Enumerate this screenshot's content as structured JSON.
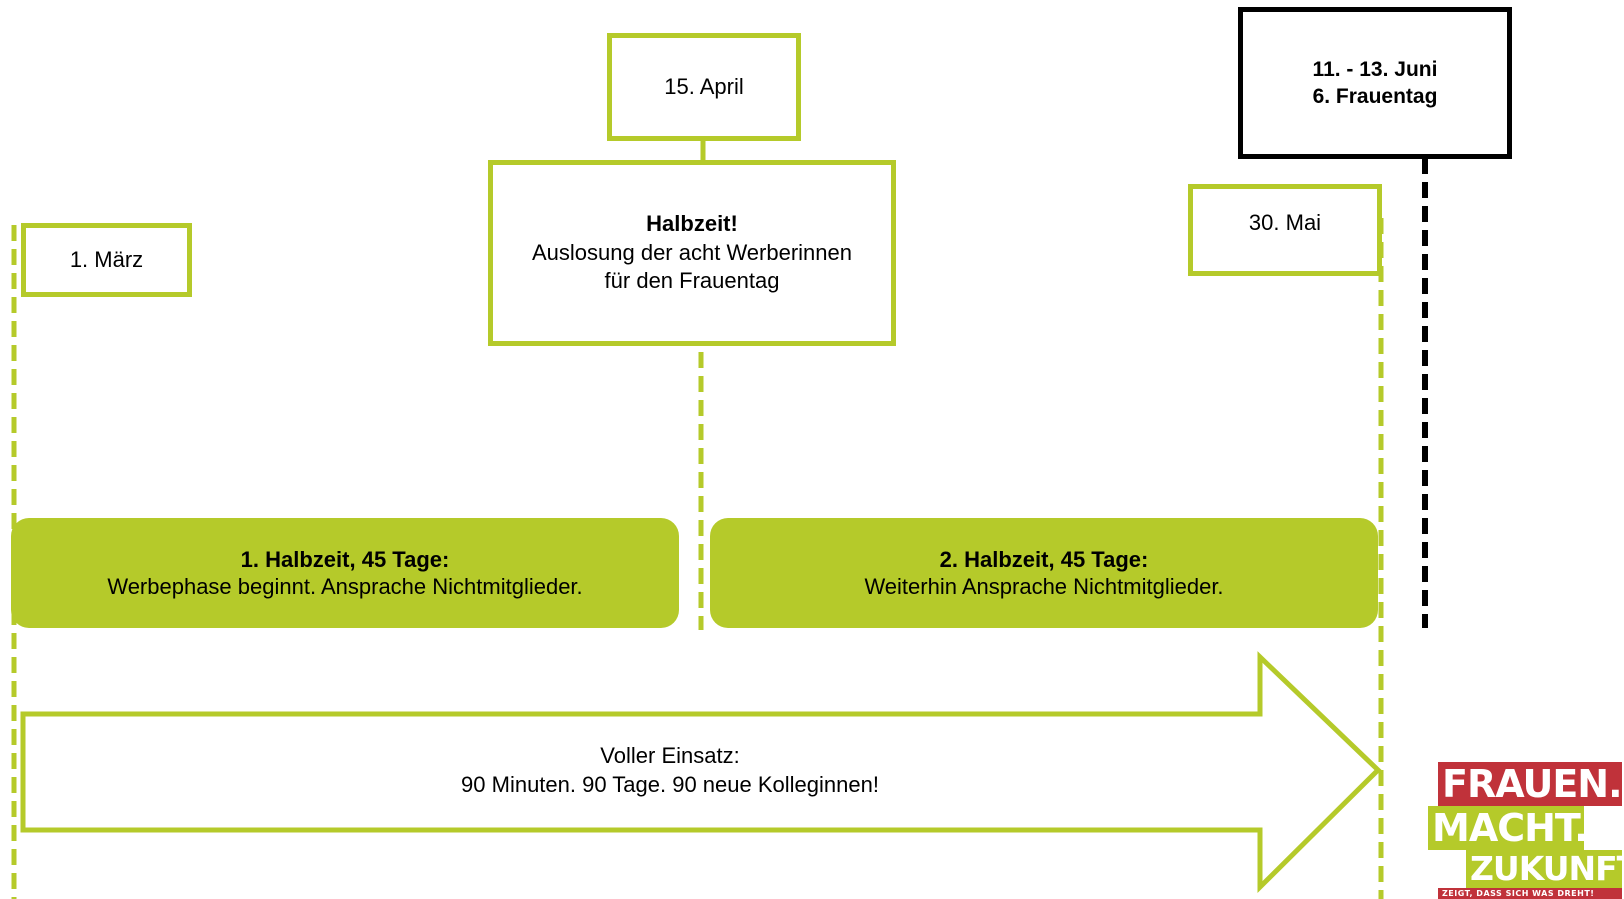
{
  "milestones": {
    "maerz": {
      "date": "1. März"
    },
    "april": {
      "date": "15. April"
    },
    "halbzeit": {
      "title": "Halbzeit!",
      "line1": "Auslosung der acht Werberinnen",
      "line2": "für den Frauentag"
    },
    "mai": {
      "date": "30. Mai"
    },
    "juni": {
      "date": "11. - 13. Juni",
      "event": "6. Frauentag"
    }
  },
  "phases": [
    {
      "title": "1. Halbzeit, 45 Tage:",
      "text": "Werbephase beginnt. Ansprache Nichtmitglieder."
    },
    {
      "title": "2. Halbzeit, 45 Tage:",
      "text": "Weiterhin Ansprache Nichtmitglieder."
    }
  ],
  "arrow": {
    "line1": "Voller Einsatz:",
    "line2": "90 Minuten. 90 Tage. 90 neue Kolleginnen!"
  },
  "logo": {
    "line1": "FRAUEN.",
    "line2": "MACHT.",
    "line3": "ZUKUNFT.",
    "tagline": "ZEIGT, DASS SICH WAS DREHT!"
  },
  "colors": {
    "accent_green": "#b5ca2a",
    "logo_red": "#c0323a",
    "black": "#000000"
  }
}
